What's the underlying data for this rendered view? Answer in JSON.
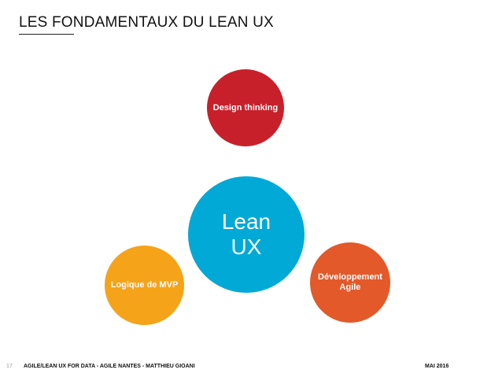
{
  "slide": {
    "title": "LES FONDAMENTAUX DU LEAN UX"
  },
  "diagram": {
    "center": {
      "label": "Lean\nUX",
      "color": "#00a9d6"
    },
    "nodes": [
      {
        "label": "Design thinking",
        "color": "#c8202b"
      },
      {
        "label": "Logique de MVP",
        "color": "#f5a319"
      },
      {
        "label": "Développement\nAgile",
        "color": "#e3592a"
      }
    ]
  },
  "footer": {
    "page_number": "17",
    "text": "AGILE/LEAN UX FOR DATA - AGILE NANTES - MATTHIEU GIOANI",
    "date": "MAI 2016"
  }
}
